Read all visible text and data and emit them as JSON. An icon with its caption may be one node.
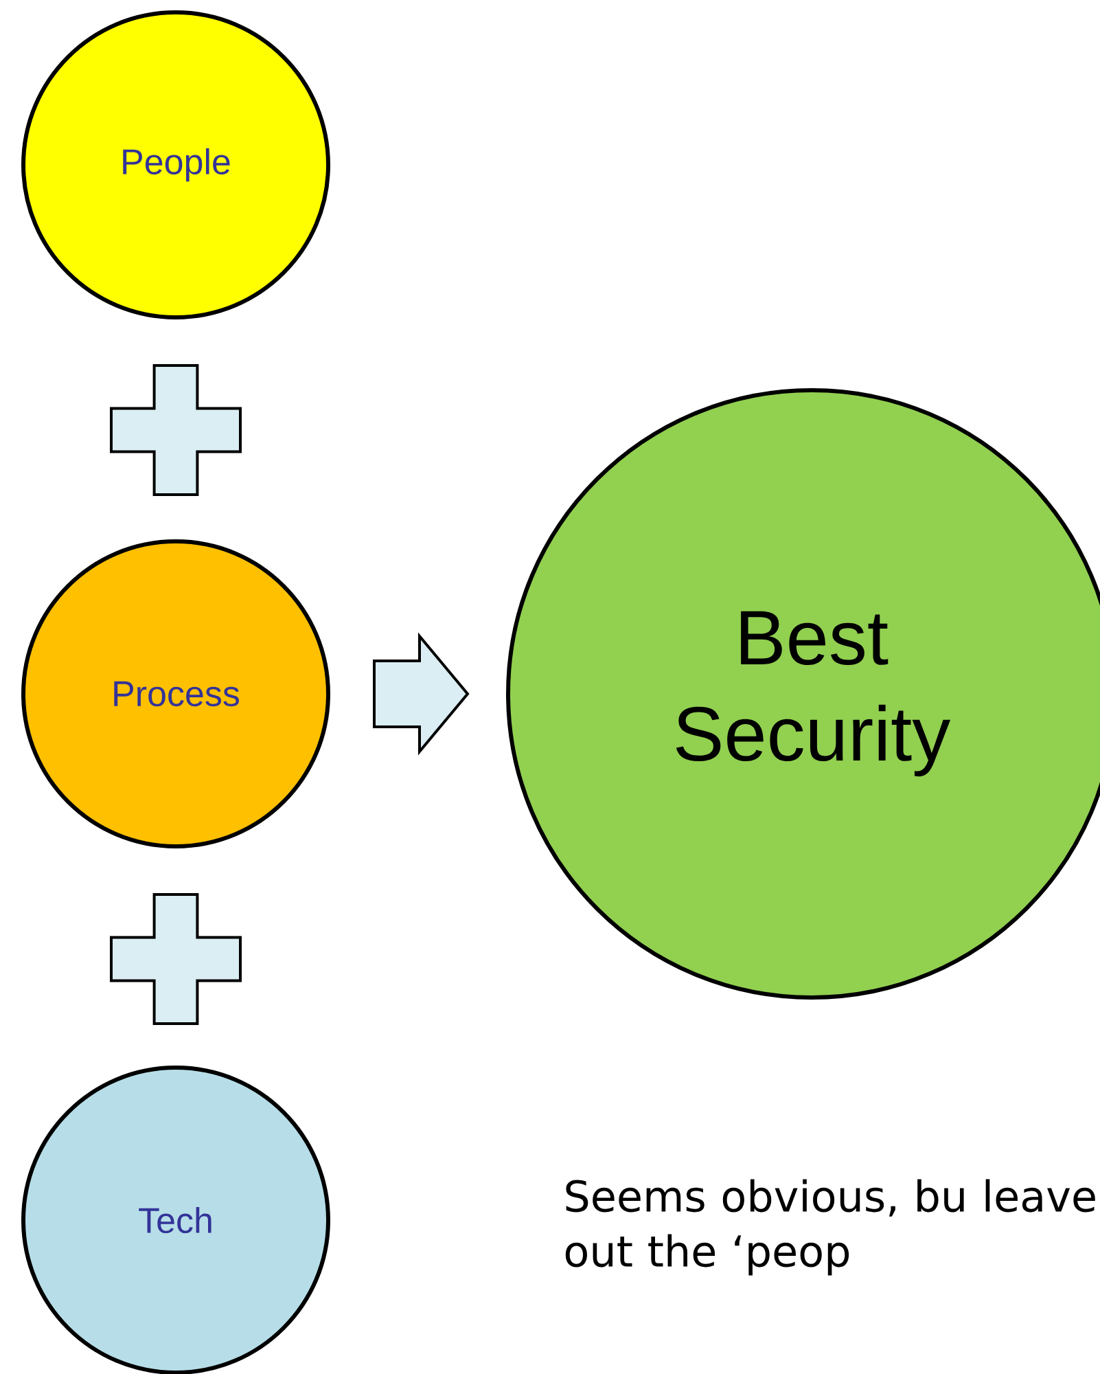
{
  "diagram": {
    "nodes": [
      {
        "text": [
          "People"
        ]
      },
      {
        "text": [],
        "shape": "plus"
      },
      {
        "text": [
          "Process"
        ]
      },
      {
        "text": [],
        "shape": "plus"
      },
      {
        "text": [
          "Tech"
        ]
      },
      {
        "text": [
          "Best Security"
        ]
      }
    ],
    "edges": [
      {
        "from": 2,
        "to": 5,
        "arrow": "to"
      }
    ],
    "labels": [
      "Seems obvious, bu leave out the ‘peop"
    ]
  }
}
